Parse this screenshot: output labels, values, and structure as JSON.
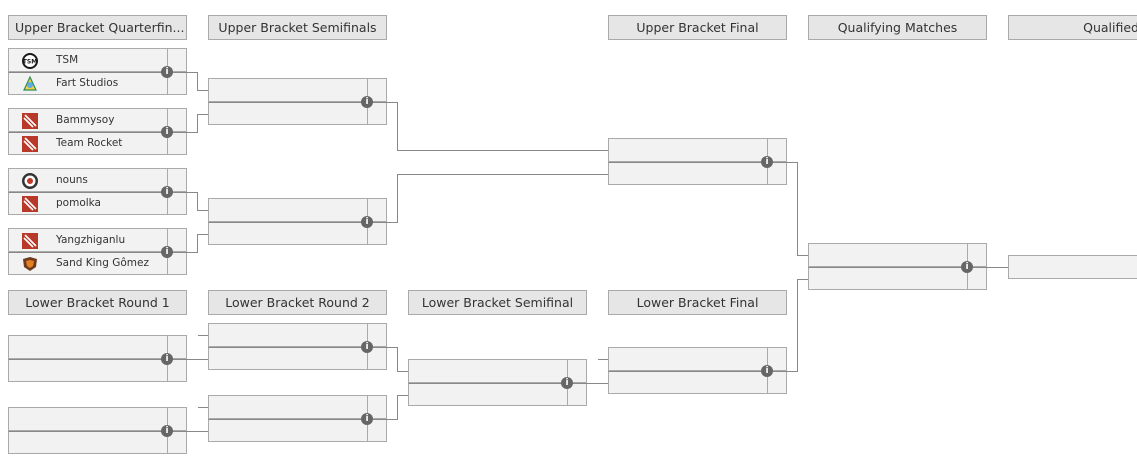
{
  "headers": {
    "ub_qf": "Upper Bracket Quarterfin...",
    "ub_sf": "Upper Bracket Semifinals",
    "ub_f": "Upper Bracket Final",
    "qual_matches": "Qualifying Matches",
    "qualified": "Qualified",
    "lb_r1": "Lower Bracket Round 1",
    "lb_r2": "Lower Bracket Round 2",
    "lb_sf": "Lower Bracket Semifinal",
    "lb_f": "Lower Bracket Final"
  },
  "ub_quarterfinals": [
    {
      "team1": "TSM",
      "team1_logo": "tsm-logo-icon",
      "team2": "Fart Studios",
      "team2_logo": "fart-studios-logo-icon"
    },
    {
      "team1": "Bammysoy",
      "team1_logo": "dota-logo-icon",
      "team2": "Team Rocket",
      "team2_logo": "dota-logo-icon"
    },
    {
      "team1": "nouns",
      "team1_logo": "nouns-logo-icon",
      "team2": "pomolka",
      "team2_logo": "dota-logo-icon"
    },
    {
      "team1": "Yangzhiganlu",
      "team1_logo": "dota-logo-icon",
      "team2": "Sand King Gômez",
      "team2_logo": "sand-king-logo-icon"
    }
  ],
  "info_icon_glyph": "i",
  "colors": {
    "slot_bg": "#f2f2f2",
    "slot_border": "#aaaaaa",
    "header_bg": "#e6e6e6",
    "connector": "#888888",
    "info_icon": "#666666",
    "dota_red": "#b8392a"
  }
}
